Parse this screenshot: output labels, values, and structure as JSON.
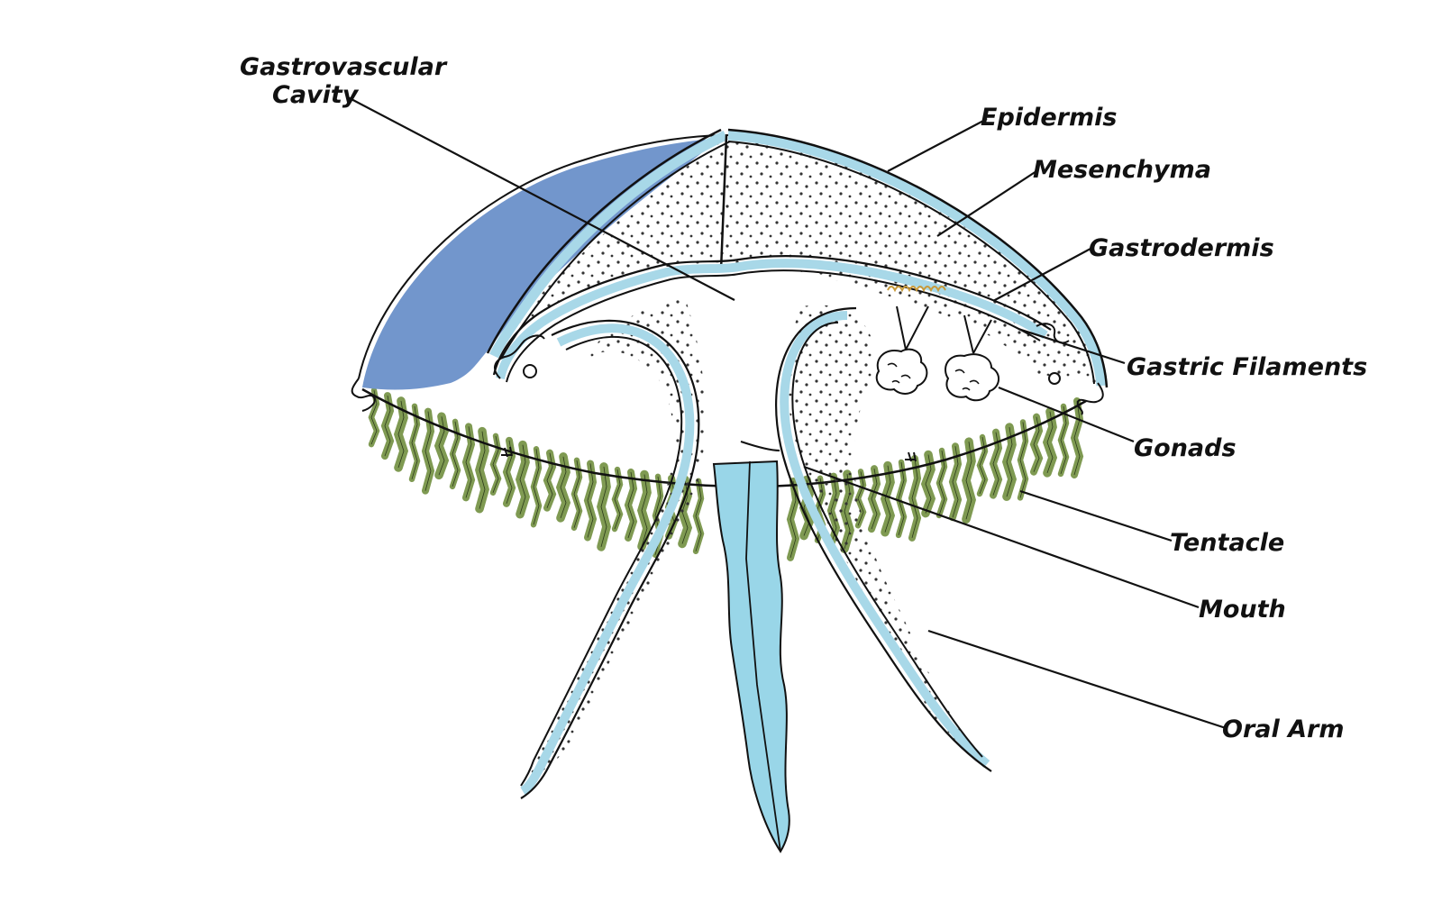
{
  "colors": {
    "outline": "#111111",
    "epidermis": "#a8d8e8",
    "bell_shade": "#7296cc",
    "manubrium": "#99d6e8",
    "tentacle": "#7f9a52",
    "stipple": "#333333",
    "gastric_filament": "#c89a3a"
  },
  "labels": {
    "gastrovascular_1": "Gastrovascular",
    "gastrovascular_2": "Cavity",
    "epidermis": "Epidermis",
    "mesenchyma": "Mesenchyma",
    "gastrodermis": "Gastrodermis",
    "gastric_filaments": "Gastric Filaments",
    "gonads": "Gonads",
    "tentacle": "Tentacle",
    "mouth": "Mouth",
    "oral_arm": "Oral Arm"
  }
}
